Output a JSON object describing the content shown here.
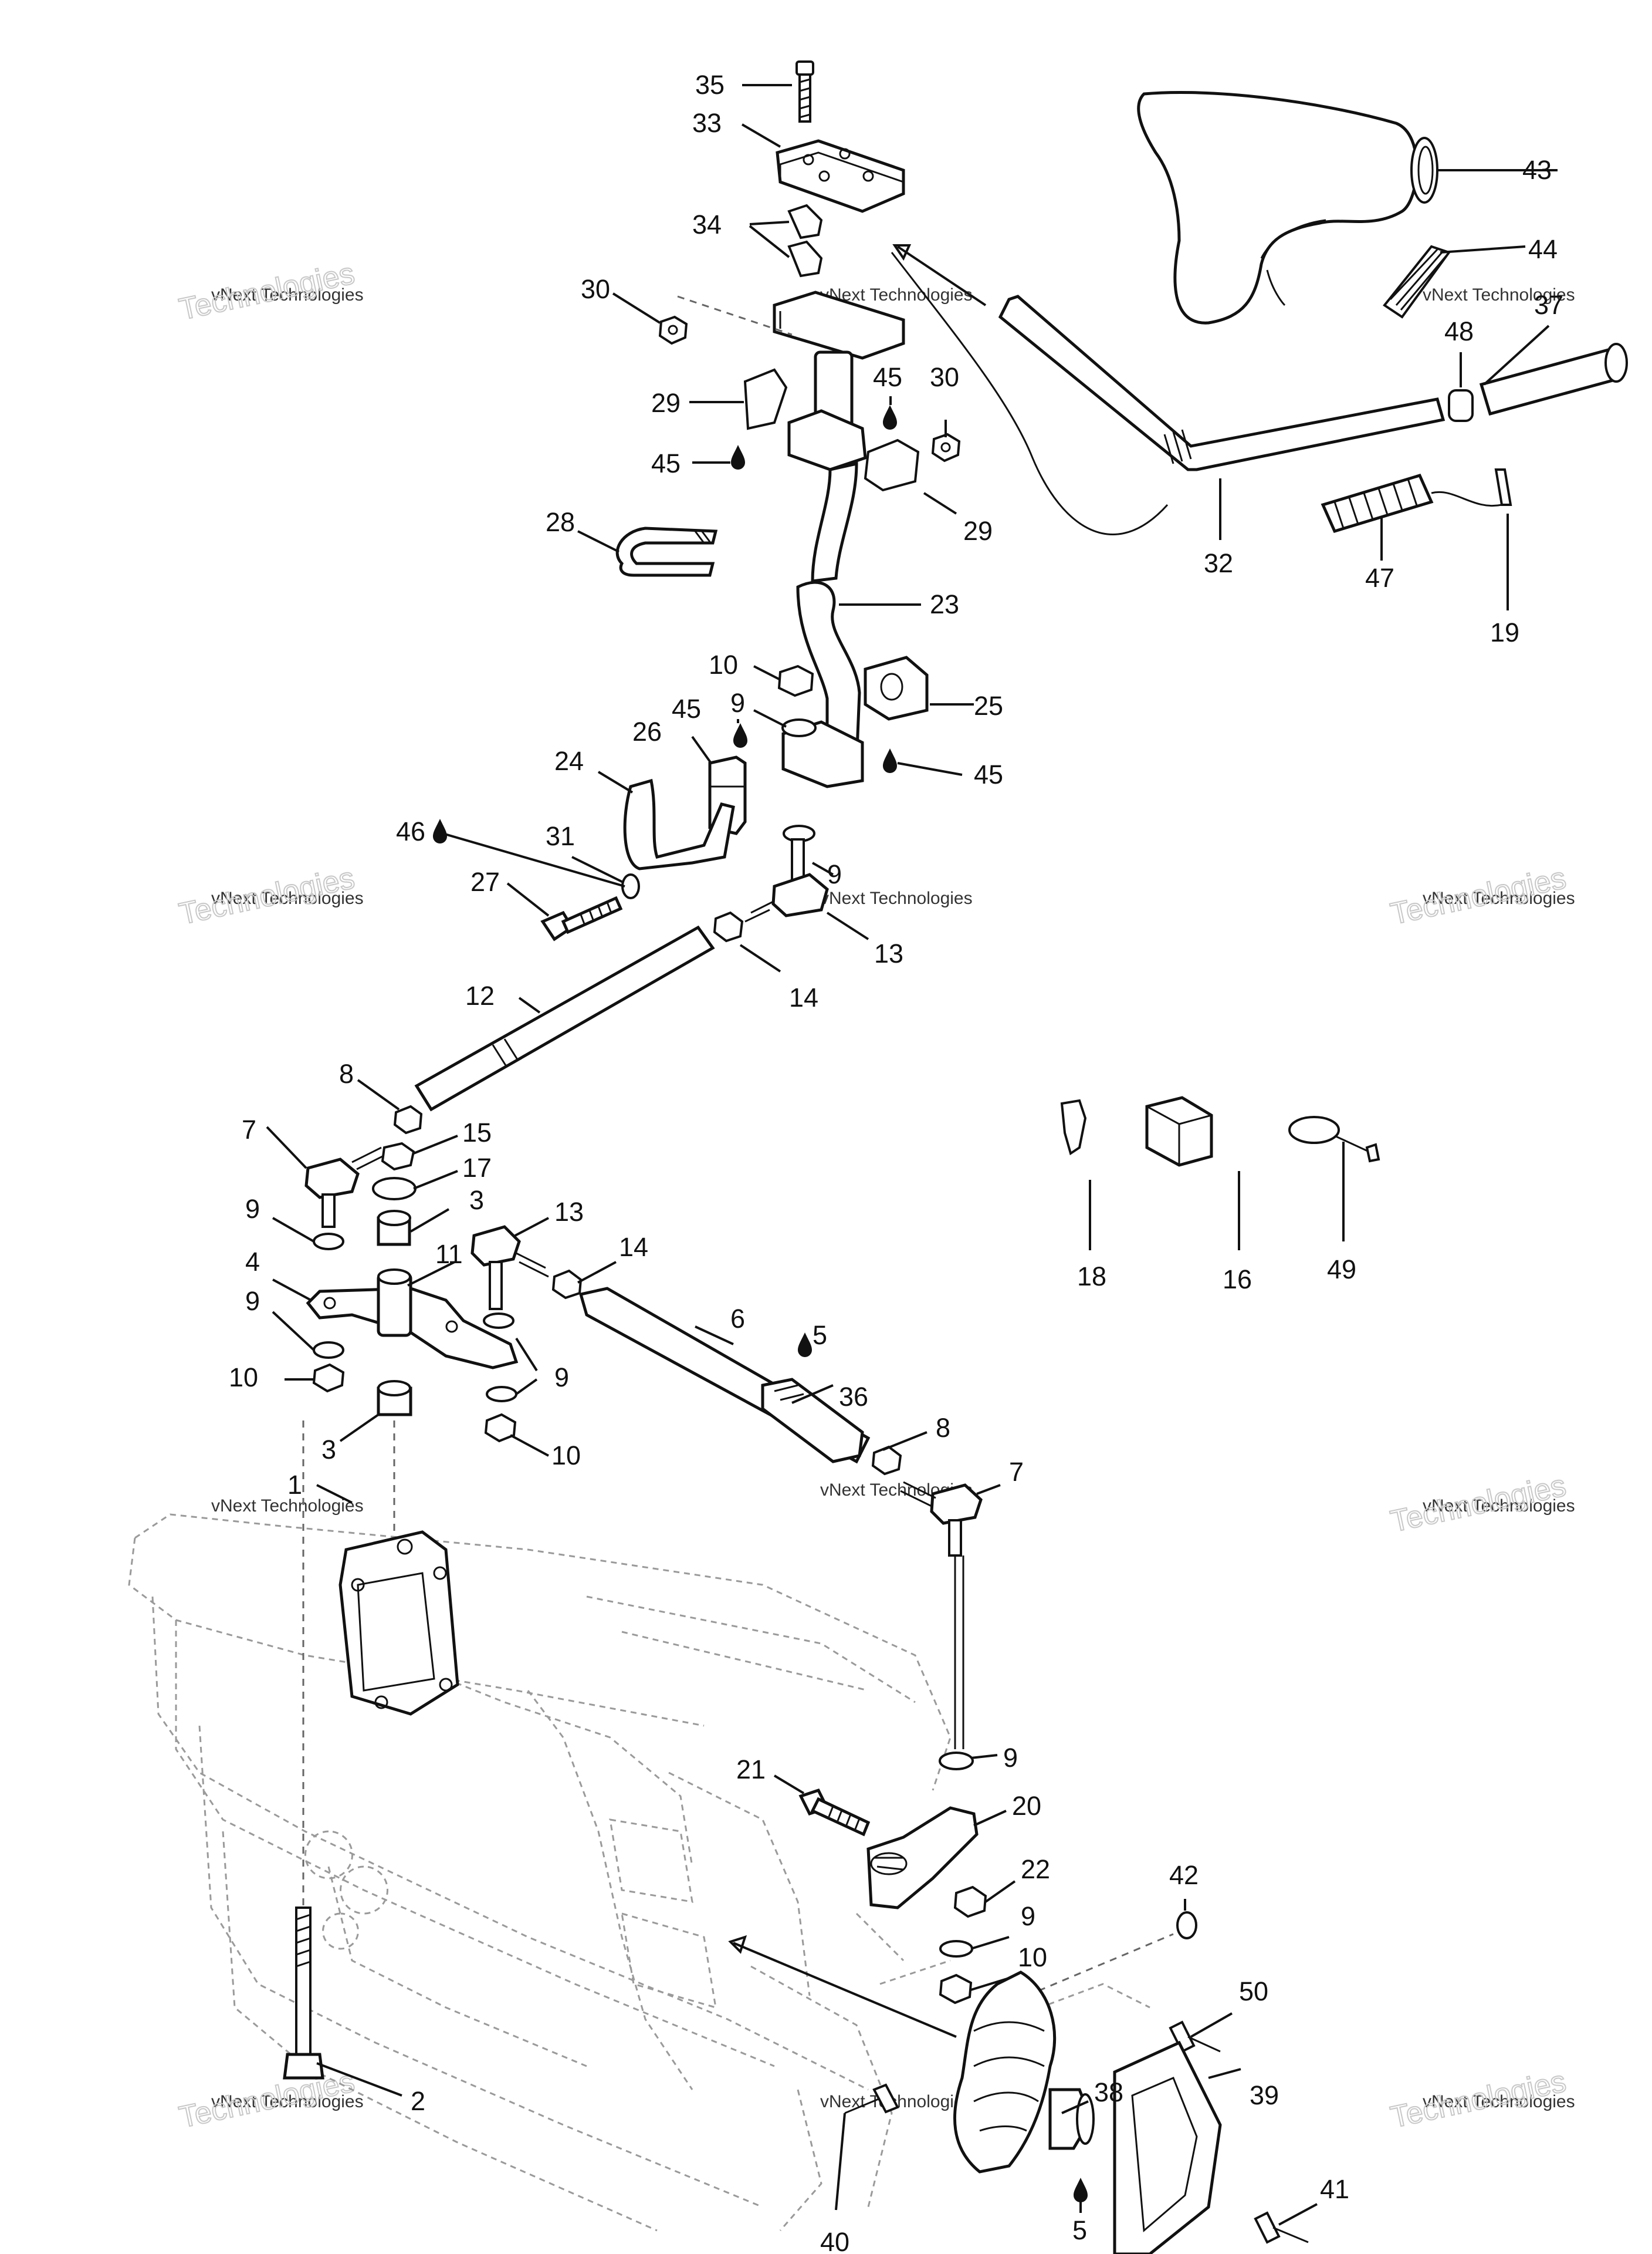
{
  "watermark": {
    "line1": "vNext Technologies",
    "line2": "Technologies"
  },
  "callouts": {
    "c35": "35",
    "c33": "33",
    "c34": "34",
    "c30a": "30",
    "c43": "43",
    "c44": "44",
    "c37": "37",
    "c48": "48",
    "c29a": "29",
    "c45a": "45",
    "c30b": "30",
    "c45b": "45",
    "c29b": "29",
    "c28": "28",
    "c32": "32",
    "c47": "47",
    "c19": "19",
    "c23": "23",
    "c10a": "10",
    "c25": "25",
    "c9a": "9",
    "c45c": "45",
    "c26": "26",
    "c45d": "45",
    "c24": "24",
    "c46": "46",
    "c31": "31",
    "c27": "27",
    "c9b": "9",
    "c13a": "13",
    "c14a": "14",
    "c12": "12",
    "c8a": "8",
    "c7a": "7",
    "c15": "15",
    "c17": "17",
    "c3a": "3",
    "c9c": "9",
    "c13b": "13",
    "c4": "4",
    "c11": "11",
    "c14b": "14",
    "c9d": "9",
    "c6": "6",
    "c5a": "5",
    "c10b": "10",
    "c9e": "9",
    "c36": "36",
    "c3b": "3",
    "c10c": "10",
    "c8b": "8",
    "c7b": "7",
    "c1": "1",
    "c18": "18",
    "c16": "16",
    "c49": "49",
    "c9f": "9",
    "c21": "21",
    "c20": "20",
    "c22": "22",
    "c42": "42",
    "c9g": "9",
    "c10d": "10",
    "c50": "50",
    "c2": "2",
    "c38": "38",
    "c39": "39",
    "c41": "41",
    "c40": "40",
    "c5b": "5"
  }
}
